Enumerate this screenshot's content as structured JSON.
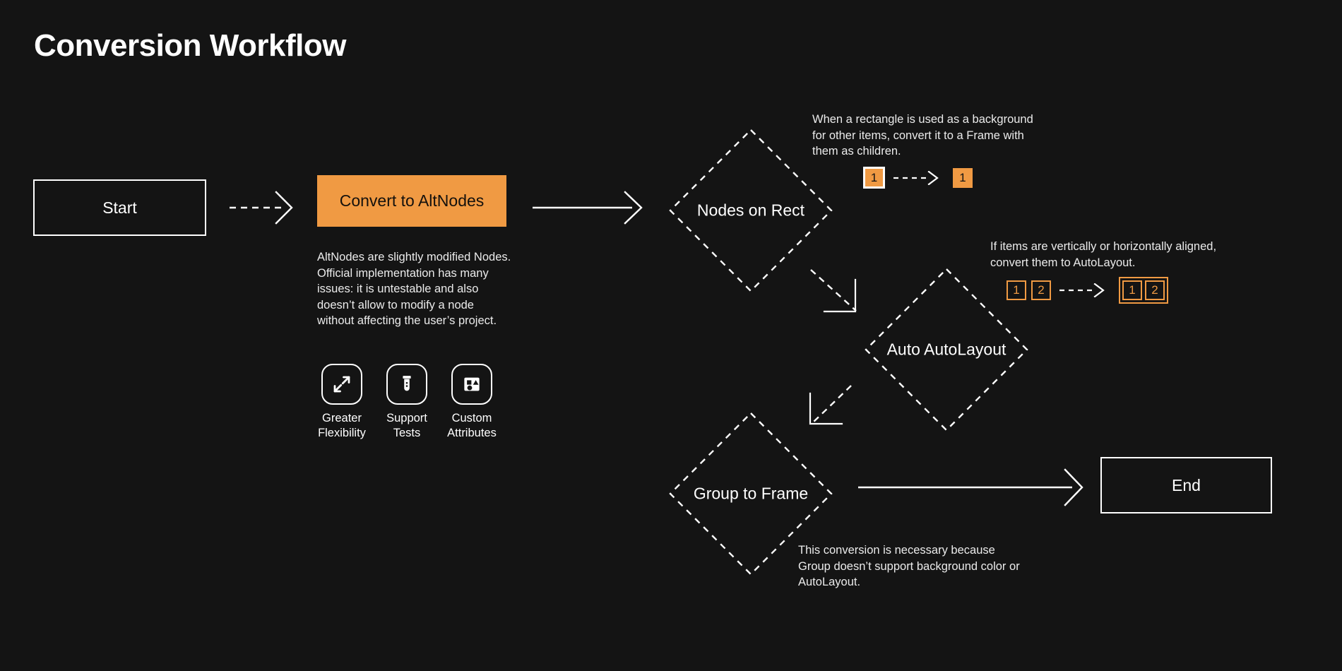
{
  "page": {
    "title": "Conversion Workflow",
    "background": "#141414",
    "accent": "#f09a43",
    "stroke": "#ffffff"
  },
  "nodes": {
    "start": {
      "label": "Start",
      "shape": "rectangle"
    },
    "convert": {
      "label": "Convert to AltNodes",
      "shape": "rectangle",
      "fill": "#f09a43"
    },
    "nodes_on_rect": {
      "label": "Nodes on Rect",
      "shape": "diamond",
      "border": "dashed"
    },
    "auto_autolayout": {
      "label": "Auto AutoLayout",
      "shape": "diamond",
      "border": "dashed"
    },
    "group_to_frame": {
      "label": "Group to Frame",
      "shape": "diamond",
      "border": "dashed"
    },
    "end": {
      "label": "End",
      "shape": "rectangle"
    }
  },
  "notes": {
    "convert_description": "AltNodes are slightly modified Nodes. Official implementation has many issues: it is untestable and also doesn’t allow to modify a node without affecting the user’s project.",
    "nodes_on_rect": "When a rectangle is used as a background for other items, convert it to a Frame with them as children.",
    "auto_autolayout": "If items are vertically or horizontally aligned, convert them to AutoLayout.",
    "group_to_frame": "This conversion is necessary because Group doesn’t support background color or AutoLayout."
  },
  "features": [
    {
      "icon": "expand-arrows-icon",
      "label": "Greater\nFlexibility"
    },
    {
      "icon": "test-tube-icon",
      "label": "Support\nTests"
    },
    {
      "icon": "shapes-icon",
      "label": "Custom\nAttributes"
    }
  ],
  "illustrations": {
    "rect_to_frame": {
      "before": [
        {
          "text": "1",
          "style": "solid-framed"
        }
      ],
      "after": [
        {
          "text": "1",
          "style": "solid"
        }
      ],
      "connector": "dashed-arrow"
    },
    "items_to_autolayout": {
      "before": [
        {
          "text": "1",
          "style": "outline"
        },
        {
          "text": "2",
          "style": "outline"
        }
      ],
      "after": [
        {
          "text": "1",
          "style": "outline"
        },
        {
          "text": "2",
          "style": "outline"
        }
      ],
      "after_grouped": true,
      "connector": "dashed-arrow"
    }
  },
  "edges": [
    {
      "from": "start",
      "to": "convert",
      "style": "dashed"
    },
    {
      "from": "convert",
      "to": "nodes_on_rect",
      "style": "solid"
    },
    {
      "from": "nodes_on_rect",
      "to": "auto_autolayout",
      "style": "dashed-elbow"
    },
    {
      "from": "auto_autolayout",
      "to": "group_to_frame",
      "style": "dashed-elbow"
    },
    {
      "from": "group_to_frame",
      "to": "end",
      "style": "solid"
    }
  ]
}
